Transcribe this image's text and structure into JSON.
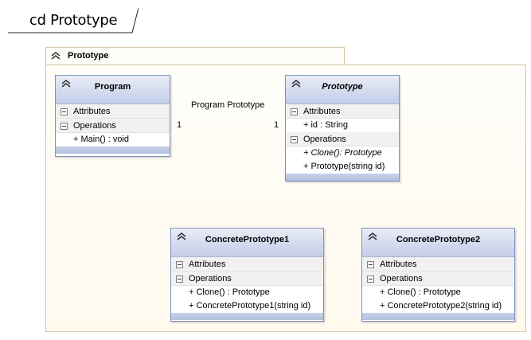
{
  "diagram": {
    "title": "cd Prototype"
  },
  "package": {
    "name": "Prototype"
  },
  "association": {
    "label": "Program  Prototype",
    "mult_left": "1",
    "mult_right": "1"
  },
  "classes": {
    "program": {
      "name": "Program",
      "attributes_label": "Attributes",
      "attributes": [],
      "operations_label": "Operations",
      "operations": [
        "+ Main() : void"
      ]
    },
    "prototype": {
      "name": "Prototype",
      "abstract": true,
      "attributes_label": "Attributes",
      "attributes": [
        "+ id : String"
      ],
      "operations_label": "Operations",
      "operations": [
        "+ Clone(): Prototype",
        "+ Prototype(string id)"
      ]
    },
    "concrete1": {
      "name": "ConcretePrototype1",
      "attributes_label": "Attributes",
      "attributes": [],
      "operations_label": "Operations",
      "operations": [
        "+ Clone() : Prototype",
        "+ ConcretePrototype1(string id)"
      ]
    },
    "concrete2": {
      "name": "ConcretePrototype2",
      "attributes_label": "Attributes",
      "attributes": [],
      "operations_label": "Operations",
      "operations": [
        "+ Clone() : Prototype",
        "+ ConcretePrototype2(string id)"
      ]
    }
  },
  "icons": {
    "collapse": "double-chevron-up-icon",
    "section_toggle": "minus-box-icon"
  }
}
